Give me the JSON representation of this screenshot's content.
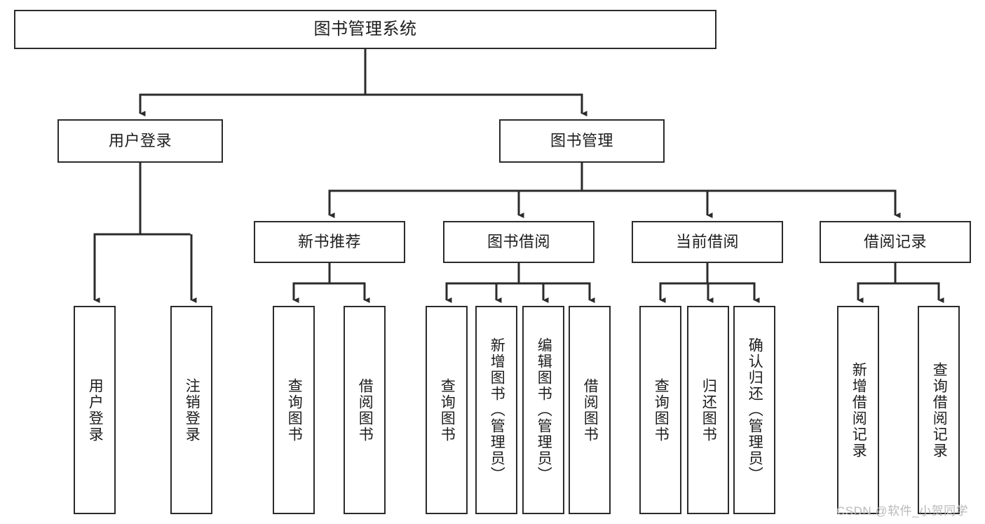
{
  "diagram": {
    "type": "tree-hierarchy-chart",
    "title": "图书管理系统",
    "watermark": "CSDN @软件_小贺同学",
    "colors": {
      "box_border": "#2b2b2b",
      "box_fill": "#ffffff",
      "connector": "#2b2b2b",
      "text": "#1d1d1d",
      "watermark": "#b9b9b9"
    },
    "levels": {
      "level1": [
        {
          "id": "root",
          "label": "图书管理系统",
          "orientation": "horizontal"
        }
      ],
      "level2": [
        {
          "id": "login",
          "label": "用户登录",
          "orientation": "horizontal",
          "parent": "root"
        },
        {
          "id": "bookmgmt",
          "label": "图书管理",
          "orientation": "horizontal",
          "parent": "root"
        }
      ],
      "level3": [
        {
          "id": "newbook",
          "label": "新书推荐",
          "orientation": "horizontal",
          "parent": "bookmgmt"
        },
        {
          "id": "borrow",
          "label": "图书借阅",
          "orientation": "horizontal",
          "parent": "bookmgmt"
        },
        {
          "id": "current",
          "label": "当前借阅",
          "orientation": "horizontal",
          "parent": "bookmgmt"
        },
        {
          "id": "records",
          "label": "借阅记录",
          "orientation": "horizontal",
          "parent": "bookmgmt"
        }
      ],
      "level4": [
        {
          "id": "leaf-01",
          "label": "用户登录",
          "orientation": "vertical",
          "parent": "login"
        },
        {
          "id": "leaf-02",
          "label": "注销登录",
          "orientation": "vertical",
          "parent": "login"
        },
        {
          "id": "leaf-03",
          "label": "查询图书",
          "orientation": "vertical",
          "parent": "newbook"
        },
        {
          "id": "leaf-04",
          "label": "借阅图书",
          "orientation": "vertical",
          "parent": "newbook"
        },
        {
          "id": "leaf-05",
          "label": "查询图书",
          "orientation": "vertical",
          "parent": "borrow"
        },
        {
          "id": "leaf-06",
          "label": "新增图书（管理员）",
          "orientation": "vertical",
          "parent": "borrow"
        },
        {
          "id": "leaf-07",
          "label": "编辑图书（管理员）",
          "orientation": "vertical",
          "parent": "borrow"
        },
        {
          "id": "leaf-08",
          "label": "借阅图书",
          "orientation": "vertical",
          "parent": "borrow"
        },
        {
          "id": "leaf-09",
          "label": "查询图书",
          "orientation": "vertical",
          "parent": "current"
        },
        {
          "id": "leaf-10",
          "label": "归还图书",
          "orientation": "vertical",
          "parent": "current"
        },
        {
          "id": "leaf-11",
          "label": "确认归还（管理员）",
          "orientation": "vertical",
          "parent": "current"
        },
        {
          "id": "leaf-12",
          "label": "新增借阅记录",
          "orientation": "vertical",
          "parent": "records"
        },
        {
          "id": "leaf-13",
          "label": "查询借阅记录",
          "orientation": "vertical",
          "parent": "records"
        }
      ]
    }
  }
}
